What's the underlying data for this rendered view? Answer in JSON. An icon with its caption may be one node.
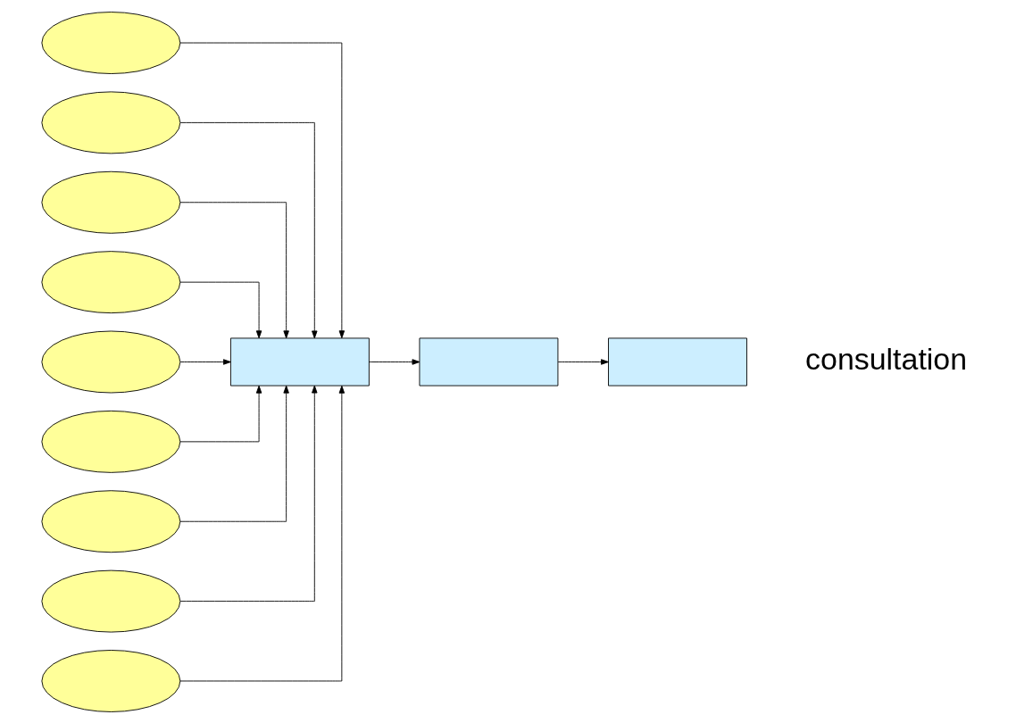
{
  "diagram": {
    "nodes": [
      {
        "text": [],
        "shape": "ellipse"
      },
      {
        "text": [],
        "shape": "ellipse"
      },
      {
        "text": [],
        "shape": "ellipse"
      },
      {
        "text": [],
        "shape": "ellipse"
      },
      {
        "text": [],
        "shape": "ellipse"
      },
      {
        "text": [],
        "shape": "box"
      },
      {
        "text": [],
        "shape": "box"
      },
      {
        "text": [],
        "shape": "box"
      },
      {
        "text": [],
        "shape": "ellipse"
      },
      {
        "text": [],
        "shape": "ellipse"
      },
      {
        "text": [],
        "shape": "ellipse"
      },
      {
        "text": [],
        "shape": "ellipse"
      }
    ],
    "edges": [
      {
        "from": 0,
        "to": 5,
        "arrow": "to"
      },
      {
        "from": 1,
        "to": 5,
        "arrow": "to"
      },
      {
        "from": 2,
        "to": 5,
        "arrow": "to"
      },
      {
        "from": 3,
        "to": 5,
        "arrow": "to"
      },
      {
        "from": 4,
        "to": 5,
        "arrow": "to"
      },
      {
        "from": 8,
        "to": 5,
        "arrow": "to"
      },
      {
        "from": 9,
        "to": 5,
        "arrow": "to"
      },
      {
        "from": 10,
        "to": 5,
        "arrow": "to"
      },
      {
        "from": 11,
        "to": 5,
        "arrow": "to"
      },
      {
        "from": 5,
        "to": 6,
        "arrow": "to"
      },
      {
        "from": 6,
        "to": 7,
        "arrow": "to"
      }
    ],
    "labels": [
      "consultation"
    ]
  }
}
